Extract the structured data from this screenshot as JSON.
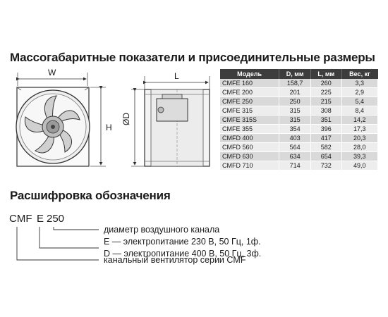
{
  "section_dims": {
    "title": "Массогабаритные показатели и присоединительные размеры"
  },
  "drawing": {
    "label_w": "W",
    "label_h": "H",
    "label_l": "L",
    "label_d": "ØD"
  },
  "spec_table": {
    "headers": [
      "Модель",
      "D, мм",
      "L, мм",
      "Вес, кг"
    ],
    "rows": [
      [
        "CMFE 160",
        "158,7",
        "260",
        "3,3"
      ],
      [
        "CMFE 200",
        "201",
        "225",
        "2,9"
      ],
      [
        "CMFE 250",
        "250",
        "215",
        "5,4"
      ],
      [
        "CMFE 315",
        "315",
        "308",
        "8,4"
      ],
      [
        "CMFE 315S",
        "315",
        "351",
        "14,2"
      ],
      [
        "CMFE 355",
        "354",
        "396",
        "17,3"
      ],
      [
        "CMFD 400",
        "403",
        "417",
        "20,3"
      ],
      [
        "CMFD 560",
        "564",
        "582",
        "28,0"
      ],
      [
        "CMFD 630",
        "634",
        "654",
        "39,3"
      ],
      [
        "CMFD 710",
        "714",
        "732",
        "49,0"
      ]
    ]
  },
  "section_code": {
    "title": "Расшифровка обозначения",
    "code_series": "CMF",
    "code_power": "E",
    "code_size": "250",
    "legend": [
      "диаметр воздушного канала",
      "E — электропитание 230 В, 50 Гц, 1ф.",
      "D — электропитание 400 В, 50 Гц, 3ф.",
      "канальный вентилятор серии CMF"
    ]
  }
}
